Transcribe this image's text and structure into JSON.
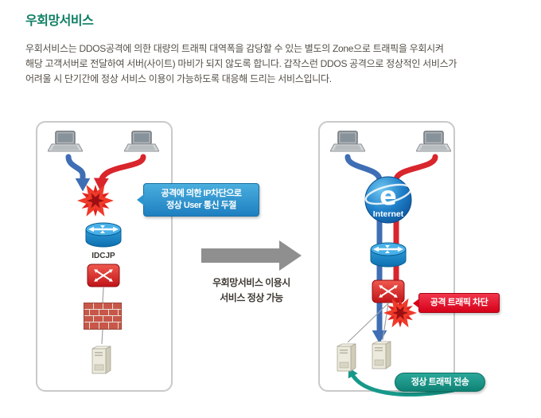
{
  "header": {
    "title": "우회망서비스",
    "description_lines": [
      "우회서비스는 DDOS공격에 의한 대량의 트래픽 대역폭을 감당할 수 있는 별도의 Zone으로 트래픽을 우회시켜",
      "해당 고객서버로 전달하여 서버(사이트) 마비가 되지 않도록 합니다. 갑작스런 DDOS 공격으로 정상적인 서비스가",
      "어려울 시 단기간에 정상 서비스 이용이 가능하도록 대응해 드리는 서비스입니다."
    ]
  },
  "before_panel": {
    "callout_line1": "공격에 의한 IP차단으로",
    "callout_line2": "정상 User 통신 두절",
    "router_label": "IDCJP"
  },
  "transition": {
    "line1": "우회망서비스 이용시",
    "line2": "서비스 정상 가능"
  },
  "after_panel": {
    "internet_letter": "e",
    "internet_label": "Internet",
    "callout_attack": "공격 트래픽 차단",
    "callout_normal": "정상 트래픽 전송"
  },
  "icons": {
    "laptop": "laptop-icon",
    "explosion": "attack-explosion-icon",
    "router": "router-icon",
    "switch": "switch-icon",
    "firewall": "firewall-icon",
    "server": "server-icon",
    "internet": "internet-explorer-logo"
  },
  "colors": {
    "title_text": "#0e7f63",
    "body_text": "#554f47",
    "blue_arrow": "#3f6eb5",
    "red_arrow": "#d9252c",
    "teal_accent": "#17998a",
    "callout_blue": "#2d96cf",
    "callout_red": "#d50019",
    "gray_arrow": "#8f8f8f"
  }
}
